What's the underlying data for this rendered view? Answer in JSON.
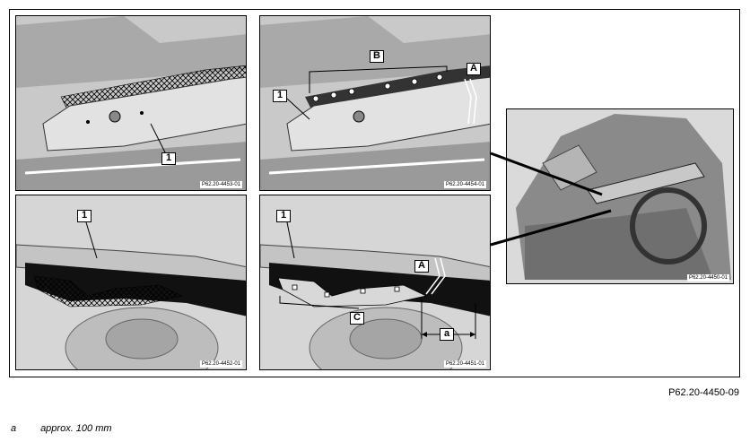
{
  "panels": [
    {
      "code": "P62.20-4453-01",
      "callouts": [
        "1"
      ]
    },
    {
      "code": "P62.20-4454-01",
      "callouts": [
        "B",
        "A",
        "1"
      ]
    },
    {
      "code": "P62.20-4452-01",
      "callouts": [
        "1"
      ]
    },
    {
      "code": "P62.20-4451-01",
      "callouts": [
        "1",
        "A",
        "C",
        "a"
      ]
    },
    {
      "code": "P62.20-4450-01"
    }
  ],
  "figure_code": "P62.20-4450-09",
  "legend": [
    {
      "key": "a",
      "text": "approx. 100 mm"
    }
  ]
}
